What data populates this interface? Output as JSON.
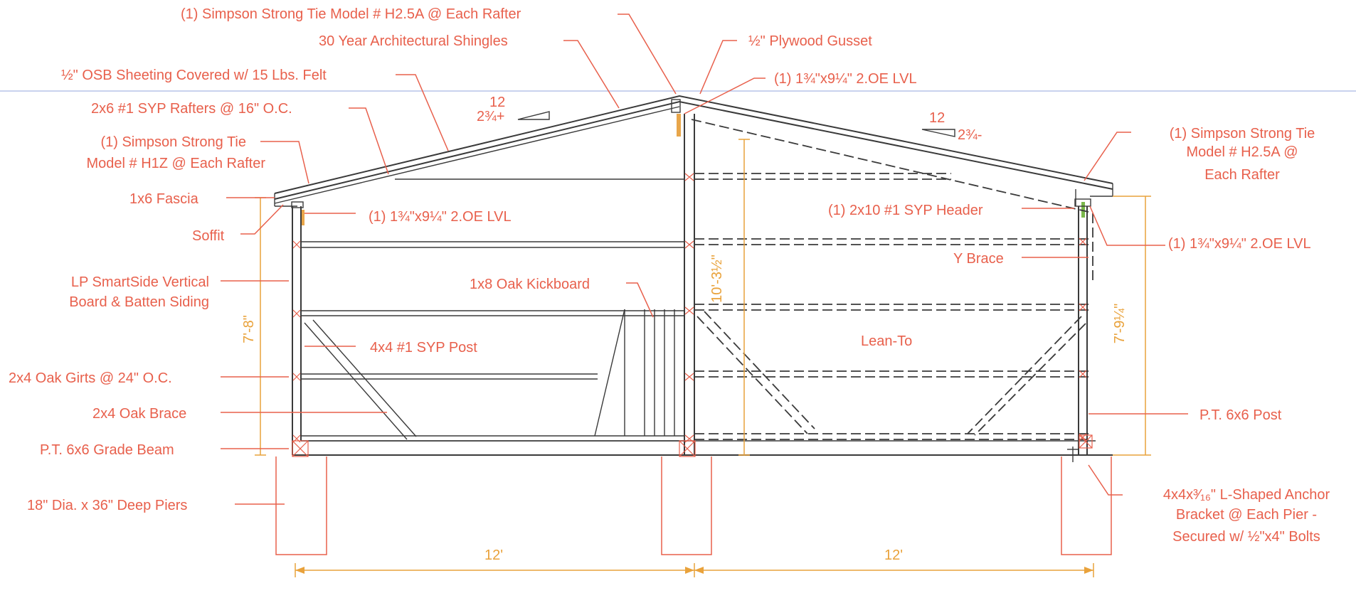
{
  "colors": {
    "label": "#e8604c",
    "dimension": "#e9a23b",
    "line": "#3a3a3a"
  },
  "labels": {
    "h25a_top": "(1) Simpson Strong Tie Model # H2.5A  @ Each Rafter",
    "shingles": "30 Year Architectural Shingles",
    "gusset": "½\" Plywood Gusset",
    "osb": "½\" OSB Sheeting Covered w/ 15 Lbs. Felt",
    "lvl_ridge": "(1) 1¾\"x9¼\" 2.OE  LVL",
    "rafters": "2x6 #1 SYP Rafters @ 16\" O.C.",
    "h1z_line1": "(1) Simpson Strong Tie",
    "h1z_line2": "Model # H1Z @ Each Rafter",
    "h25a_right_line1": "(1) Simpson Strong Tie",
    "h25a_right_line2": "Model # H2.5A  @",
    "h25a_right_line3": "Each Rafter",
    "fascia": "1x6 Fascia",
    "soffit": "Soffit",
    "lvl_left": "(1) 1¾\"x9¼\" 2.OE LVL",
    "header": "(1) 2x10 #1 SYP Header",
    "lvl_right": "(1) 1¾\"x9¼\" 2.OE  LVL",
    "siding_line1": "LP SmartSide Vertical",
    "siding_line2": "Board & Batten Siding",
    "kickboard": "1x8 Oak Kickboard",
    "ybrace": "Y Brace",
    "post4x4": "4x4 #1 SYP Post",
    "leanto": "Lean-To",
    "girts": "2x4 Oak Girts @ 24\" O.C.",
    "brace": "2x4 Oak Brace",
    "post6x6": "P.T. 6x6 Post",
    "gradebeam": "P.T. 6x6 Grade Beam",
    "piers": "18\" Dia. x 36\" Deep Piers",
    "anchor_line1": "4x4x³⁄₁₆\" L-Shaped Anchor",
    "anchor_line2": "Bracket @ Each Pier -",
    "anchor_line3": "Secured w/ ½\"x4\" Bolts"
  },
  "slopes": {
    "left_run": "12",
    "left_rise": "2¾+",
    "right_run": "12",
    "right_rise": "2¾-"
  },
  "dimensions": {
    "left_wall_height": "7'-8\"",
    "center_height": "10'-3½\"",
    "right_wall_height": "7'-9¼\"",
    "left_span": "12'",
    "right_span": "12'"
  }
}
